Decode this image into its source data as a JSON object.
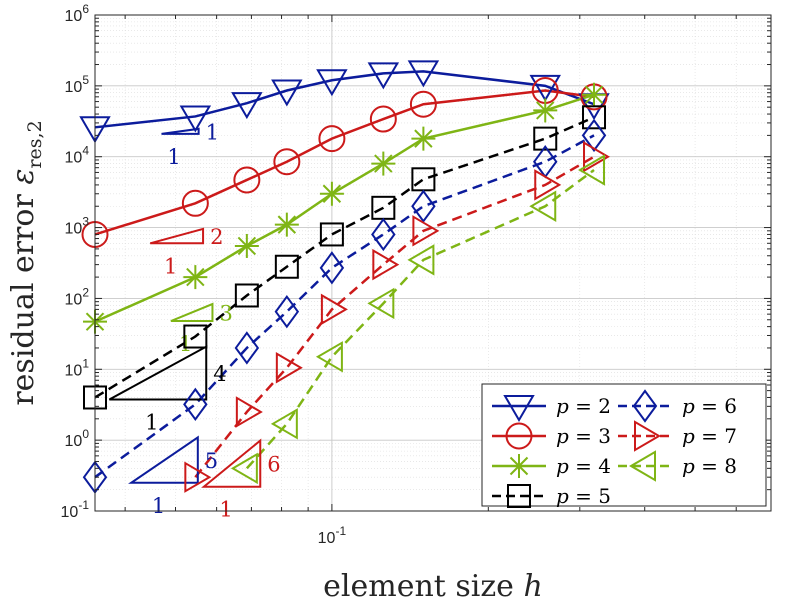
{
  "chart_data": {
    "type": "line",
    "xlabel": "element size h",
    "ylabel": "residual error ε_res,2",
    "xscale": "log",
    "yscale": "log",
    "xlim": [
      0.035,
      0.7
    ],
    "ylim": [
      0.1,
      1000000
    ],
    "grid": true,
    "minor_grid": true,
    "legend_position": "bottom-right",
    "x_tick_labels": [
      {
        "value": 0.1,
        "base": "10",
        "exp": "-1"
      }
    ],
    "y_tick_labels": [
      {
        "value": 0.1,
        "base": "10",
        "exp": "-1"
      },
      {
        "value": 1,
        "base": "10",
        "exp": "0"
      },
      {
        "value": 10,
        "base": "10",
        "exp": "1"
      },
      {
        "value": 100,
        "base": "10",
        "exp": "2"
      },
      {
        "value": 1000,
        "base": "10",
        "exp": "3"
      },
      {
        "value": 10000,
        "base": "10",
        "exp": "4"
      },
      {
        "value": 100000,
        "base": "10",
        "exp": "5"
      },
      {
        "value": 1000000,
        "base": "10",
        "exp": "6"
      }
    ],
    "series": [
      {
        "name": "p = 2",
        "color": "#0c1c9c",
        "marker": "triangle-down",
        "dash": "solid",
        "x": [
          0.035,
          0.0546,
          0.0686,
          0.0819,
          0.1,
          0.1256,
          0.15,
          0.2574,
          0.3195
        ],
        "y": [
          26000,
          37000,
          57000,
          86000,
          120000,
          150000,
          160000,
          100000,
          55000
        ]
      },
      {
        "name": "p = 3",
        "color": "#cc1a1a",
        "marker": "circle",
        "dash": "solid",
        "x": [
          0.035,
          0.0546,
          0.0686,
          0.0819,
          0.1,
          0.1256,
          0.15,
          0.2574,
          0.3195
        ],
        "y": [
          800,
          2200,
          4700,
          8500,
          18000,
          34000,
          55000,
          86000,
          70000
        ]
      },
      {
        "name": "p = 4",
        "color": "#7fb515",
        "marker": "asterisk",
        "dash": "solid",
        "x": [
          0.035,
          0.0546,
          0.0686,
          0.0819,
          0.1,
          0.1256,
          0.15,
          0.2574,
          0.3195
        ],
        "y": [
          47,
          200,
          550,
          1100,
          3000,
          8000,
          18000,
          45000,
          75000
        ]
      },
      {
        "name": "p = 5",
        "color": "#000000",
        "marker": "square",
        "dash": "dashed",
        "x": [
          0.035,
          0.0546,
          0.0686,
          0.0819,
          0.1,
          0.1256,
          0.15,
          0.2574,
          0.3195
        ],
        "y": [
          4,
          29,
          110,
          280,
          800,
          1900,
          4800,
          18000,
          36000
        ]
      },
      {
        "name": "p = 6",
        "color": "#0c1c9c",
        "marker": "diamond",
        "dash": "dashed",
        "x": [
          0.035,
          0.0546,
          0.0686,
          0.0819,
          0.1,
          0.1256,
          0.15,
          0.2574,
          0.3195
        ],
        "y": [
          0.3,
          3.2,
          20,
          65,
          270,
          800,
          2000,
          8500,
          20000
        ]
      },
      {
        "name": "p = 7",
        "color": "#cc1a1a",
        "marker": "triangle-right",
        "dash": "dashed",
        "x": [
          0.0546,
          0.0686,
          0.0819,
          0.1,
          0.1256,
          0.15,
          0.2574,
          0.3195
        ],
        "y": [
          0.3,
          2.5,
          10.5,
          70,
          300,
          900,
          4000,
          10000
        ]
      },
      {
        "name": "p = 8",
        "color": "#7fb515",
        "marker": "triangle-left",
        "dash": "dashed",
        "x": [
          0.0686,
          0.0819,
          0.1,
          0.1256,
          0.15,
          0.2574,
          0.3195
        ],
        "y": [
          0.4,
          1.7,
          15,
          85,
          350,
          2000,
          6500
        ]
      }
    ],
    "slope_triangles": [
      {
        "color": "#0c1c9c",
        "x1": 0.047,
        "x2": 0.0554,
        "y_low": 21000,
        "slope": 1,
        "run_label": "1",
        "rise_label": "1"
      },
      {
        "color": "#cc1a1a",
        "x1": 0.0447,
        "x2": 0.0565,
        "y_low": 600,
        "slope": 2,
        "run_label": "1",
        "rise_label": "2"
      },
      {
        "color": "#7fb515",
        "x1": 0.049,
        "x2": 0.0589,
        "y_low": 48,
        "slope": 3,
        "run_label": "1",
        "rise_label": "3"
      },
      {
        "color": "#000000",
        "x1": 0.0373,
        "x2": 0.0573,
        "y_low": 3.75,
        "slope": 4,
        "run_label": "1",
        "rise_label": "4"
      },
      {
        "color": "#0c1c9c",
        "x1": 0.0411,
        "x2": 0.0552,
        "y_low": 0.25,
        "slope": 5,
        "run_label": "1",
        "rise_label": "5"
      },
      {
        "color": "#cc1a1a",
        "x1": 0.0567,
        "x2": 0.0728,
        "y_low": 0.22,
        "slope": 6,
        "run_label": "1",
        "rise_label": "6"
      }
    ]
  }
}
